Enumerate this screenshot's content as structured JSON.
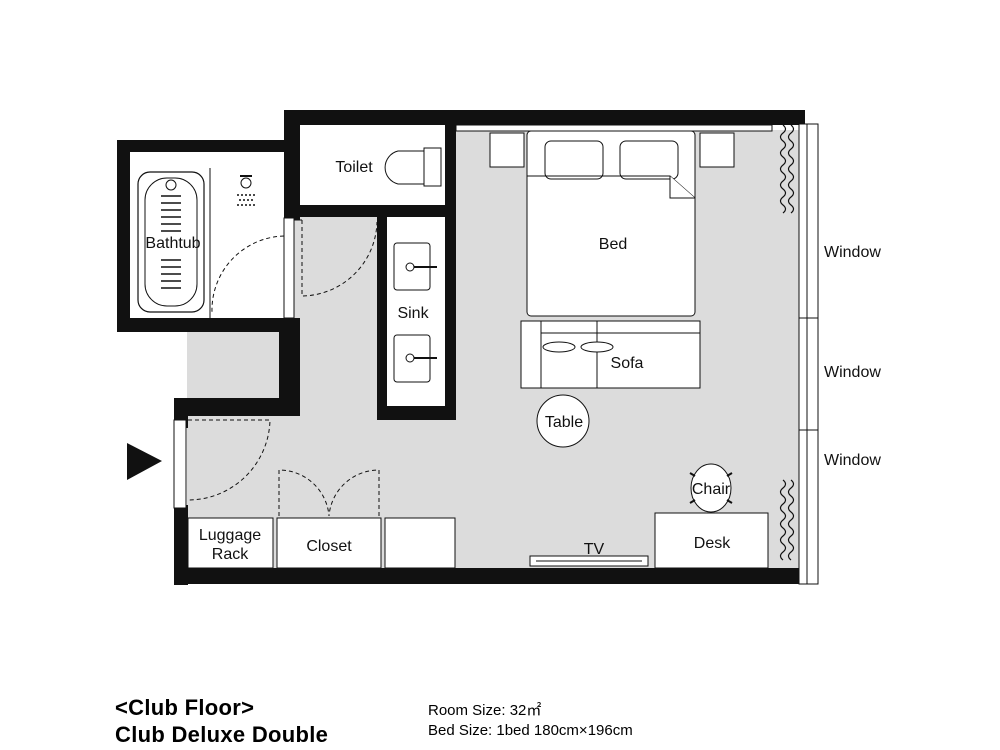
{
  "plan": {
    "rooms": {
      "toilet": "Toilet",
      "bathtub": "Bathtub",
      "sink": "Sink",
      "bed": "Bed",
      "sofa": "Sofa",
      "table": "Table",
      "chair": "Chair",
      "desk": "Desk",
      "tv": "TV",
      "closet": "Closet",
      "luggage_rack_line1": "Luggage",
      "luggage_rack_line2": "Rack"
    },
    "windows": [
      "Window",
      "Window",
      "Window"
    ],
    "entrance_icon": "entrance-arrow-icon"
  },
  "footer": {
    "floor": "<Club Floor>",
    "room_type": "Club Deluxe Double",
    "room_size": "Room Size: 32㎡",
    "bed_size": "Bed Size: 1bed 180cm×196cm"
  }
}
